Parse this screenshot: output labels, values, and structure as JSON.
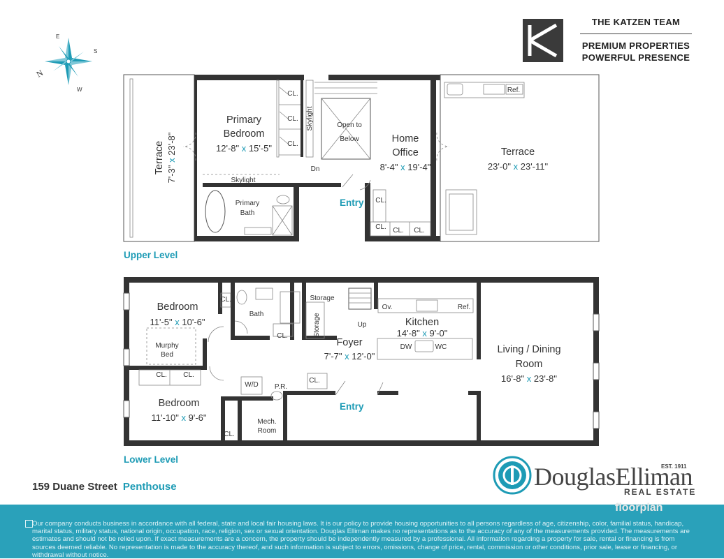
{
  "brand": {
    "team": "THE KATZEN TEAM",
    "tagline1": "PREMIUM PROPERTIES",
    "tagline2": "POWERFUL PRESENCE"
  },
  "compass": {
    "n": "N",
    "e": "E",
    "s": "S",
    "w": "W"
  },
  "upper": {
    "label": "Upper Level",
    "terrace_left": {
      "name": "Terrace",
      "dim_a": "7'-3\"",
      "x": "x",
      "dim_b": "23'-8\""
    },
    "primary_bedroom": {
      "line1": "Primary",
      "line2": "Bedroom",
      "dim_a": "12'-8\"",
      "x": "x",
      "dim_b": "15'-5\""
    },
    "cl": "CL.",
    "skylight": "Skylight",
    "primary_bath": {
      "line1": "Primary",
      "line2": "Bath"
    },
    "open_to_below": {
      "line1": "Open to",
      "line2": "Below"
    },
    "dn": "Dn",
    "home_office": {
      "line1": "Home",
      "line2": "Office",
      "dim_a": "8'-4\"",
      "x": "x",
      "dim_b": "19'-4\""
    },
    "entry": "Entry",
    "terrace_right": {
      "name": "Terrace",
      "dim_a": "23'-0\"",
      "x": "x",
      "dim_b": "23'-11\""
    },
    "ref": "Ref."
  },
  "lower": {
    "label": "Lower Level",
    "bedroom1": {
      "name": "Bedroom",
      "dim_a": "11'-5\"",
      "x": "x",
      "dim_b": "10'-6\""
    },
    "murphy": {
      "line1": "Murphy",
      "line2": "Bed"
    },
    "cl": "CL.",
    "bath": "Bath",
    "bedroom2": {
      "name": "Bedroom",
      "dim_a": "11'-10\"",
      "x": "x",
      "dim_b": "9'-6\""
    },
    "wd": "W/D",
    "pr": "P.R.",
    "mech": {
      "line1": "Mech.",
      "line2": "Room"
    },
    "storage": "Storage",
    "up": "Up",
    "foyer": {
      "name": "Foyer",
      "dim_a": "7'-7\"",
      "x": "x",
      "dim_b": "12'-0\""
    },
    "entry": "Entry",
    "kitchen": {
      "name": "Kitchen",
      "dim_a": "14'-8\"",
      "x": "x",
      "dim_b": "9'-0\""
    },
    "ov": "Ov.",
    "ref": "Ref.",
    "dw": "DW",
    "wc": "WC",
    "living": {
      "line1": "Living / Dining",
      "line2": "Room",
      "dim_a": "16'-8\"",
      "x": "x",
      "dim_b": "23'-8\""
    }
  },
  "address": {
    "street": "159 Duane Street",
    "unit": "Penthouse"
  },
  "douglas": {
    "word": "DouglasElliman",
    "est": "EST. 1911",
    "re": "REAL ESTATE"
  },
  "floorplan_credit": "floorplan",
  "disclaimer": "Our company conducts business in accordance with all federal, state and local fair housing laws. It is our policy to provide housing opportunities to all persons regardless of age, citizenship, color, familial status, handicap, marital status, military status, national origin, occupation, race, religion, sex or sexual orientation. Douglas Elliman makes no representations as to the accuracy of any of the measurements provided. The measurements are estimates and should not be relied upon. If exact measurements are a concern, the property should be independently measured by a professional. All information regarding a property for sale, rental or financing is from sources deemed reliable. No representation is made to the accuracy thereof, and such information is subject to errors, omissions, change of price, rental, commission or other conditions, prior sale, lease or financing, or withdrawal without notice."
}
